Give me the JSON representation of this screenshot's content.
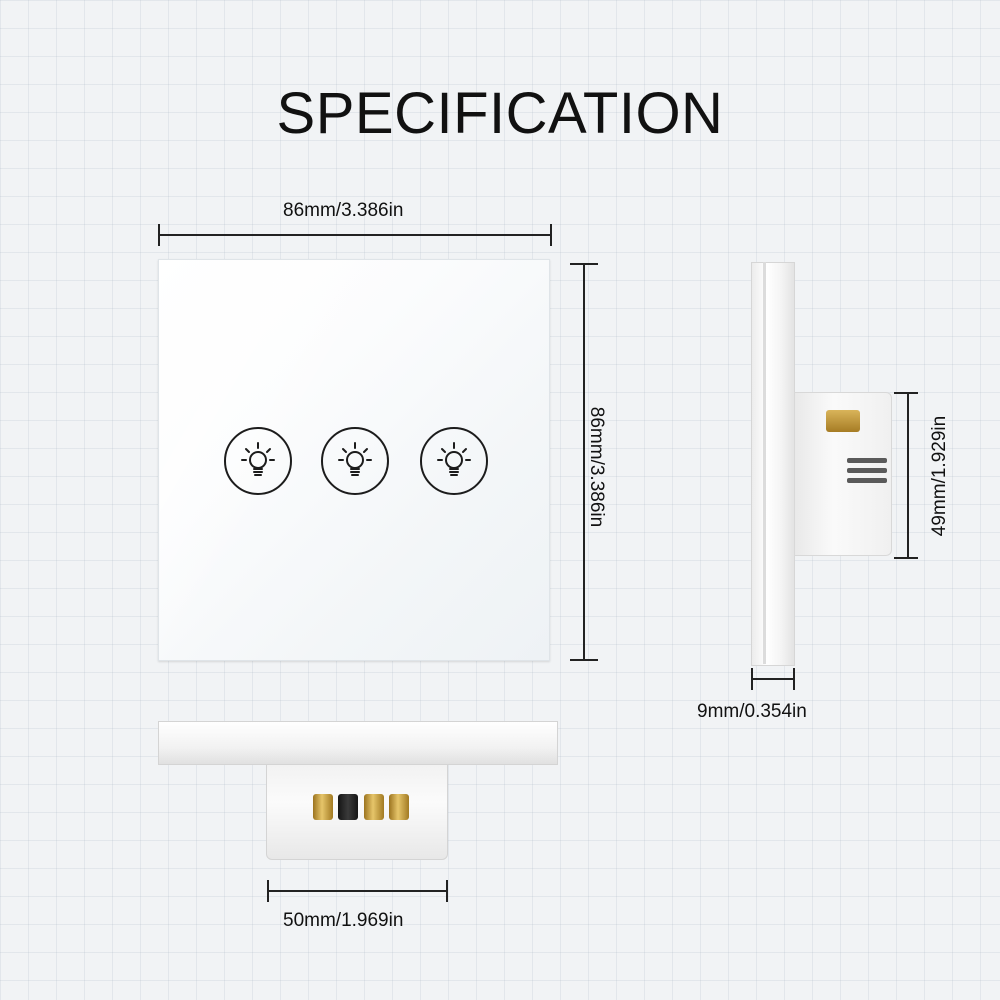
{
  "title": "SPECIFICATION",
  "dimensions": {
    "front_width": "86mm/3.386in",
    "front_height": "86mm/3.386in",
    "side_depth": "49mm/1.929in",
    "side_thickness": "9mm/0.354in",
    "bottom_box_width": "50mm/1.969in"
  },
  "buttons": [
    {
      "icon": "bulb-icon"
    },
    {
      "icon": "bulb-icon"
    },
    {
      "icon": "bulb-icon"
    }
  ],
  "colors": {
    "panel": "#ffffff",
    "terminal_brass": "#c9a042",
    "line": "#222222"
  }
}
